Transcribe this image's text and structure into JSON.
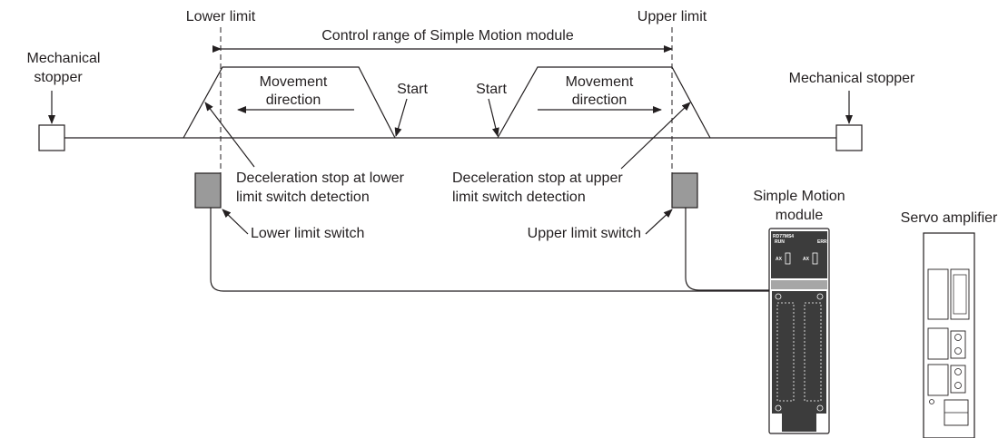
{
  "labels": {
    "lower_limit": "Lower limit",
    "upper_limit": "Upper limit",
    "control_range": "Control range of Simple Motion module",
    "mech_stopper_left_1": "Mechanical",
    "mech_stopper_left_2": "stopper",
    "mech_stopper_right": "Mechanical stopper",
    "movement_left_1": "Movement",
    "movement_left_2": "direction",
    "movement_right_1": "Movement",
    "movement_right_2": "direction",
    "start_left": "Start",
    "start_right": "Start",
    "decel_lower_1": "Deceleration stop at lower",
    "decel_lower_2": "limit switch detection",
    "decel_upper_1": "Deceleration stop at upper",
    "decel_upper_2": "limit switch detection",
    "lower_limit_switch": "Lower limit switch",
    "upper_limit_switch": "Upper limit switch",
    "simple_motion_1": "Simple Motion",
    "simple_motion_2": "module",
    "servo_amplifier": "Servo amplifier"
  },
  "module": {
    "model": "RD77MS4",
    "led_run": "RUN",
    "led_err": "ERR",
    "ax_left": "AX",
    "ax_right": "AX"
  },
  "colors": {
    "line": "#231f20",
    "switch_fill": "#9a9a9a",
    "module_dark": "#3c3c3c",
    "module_mid": "#a6a6a6"
  }
}
